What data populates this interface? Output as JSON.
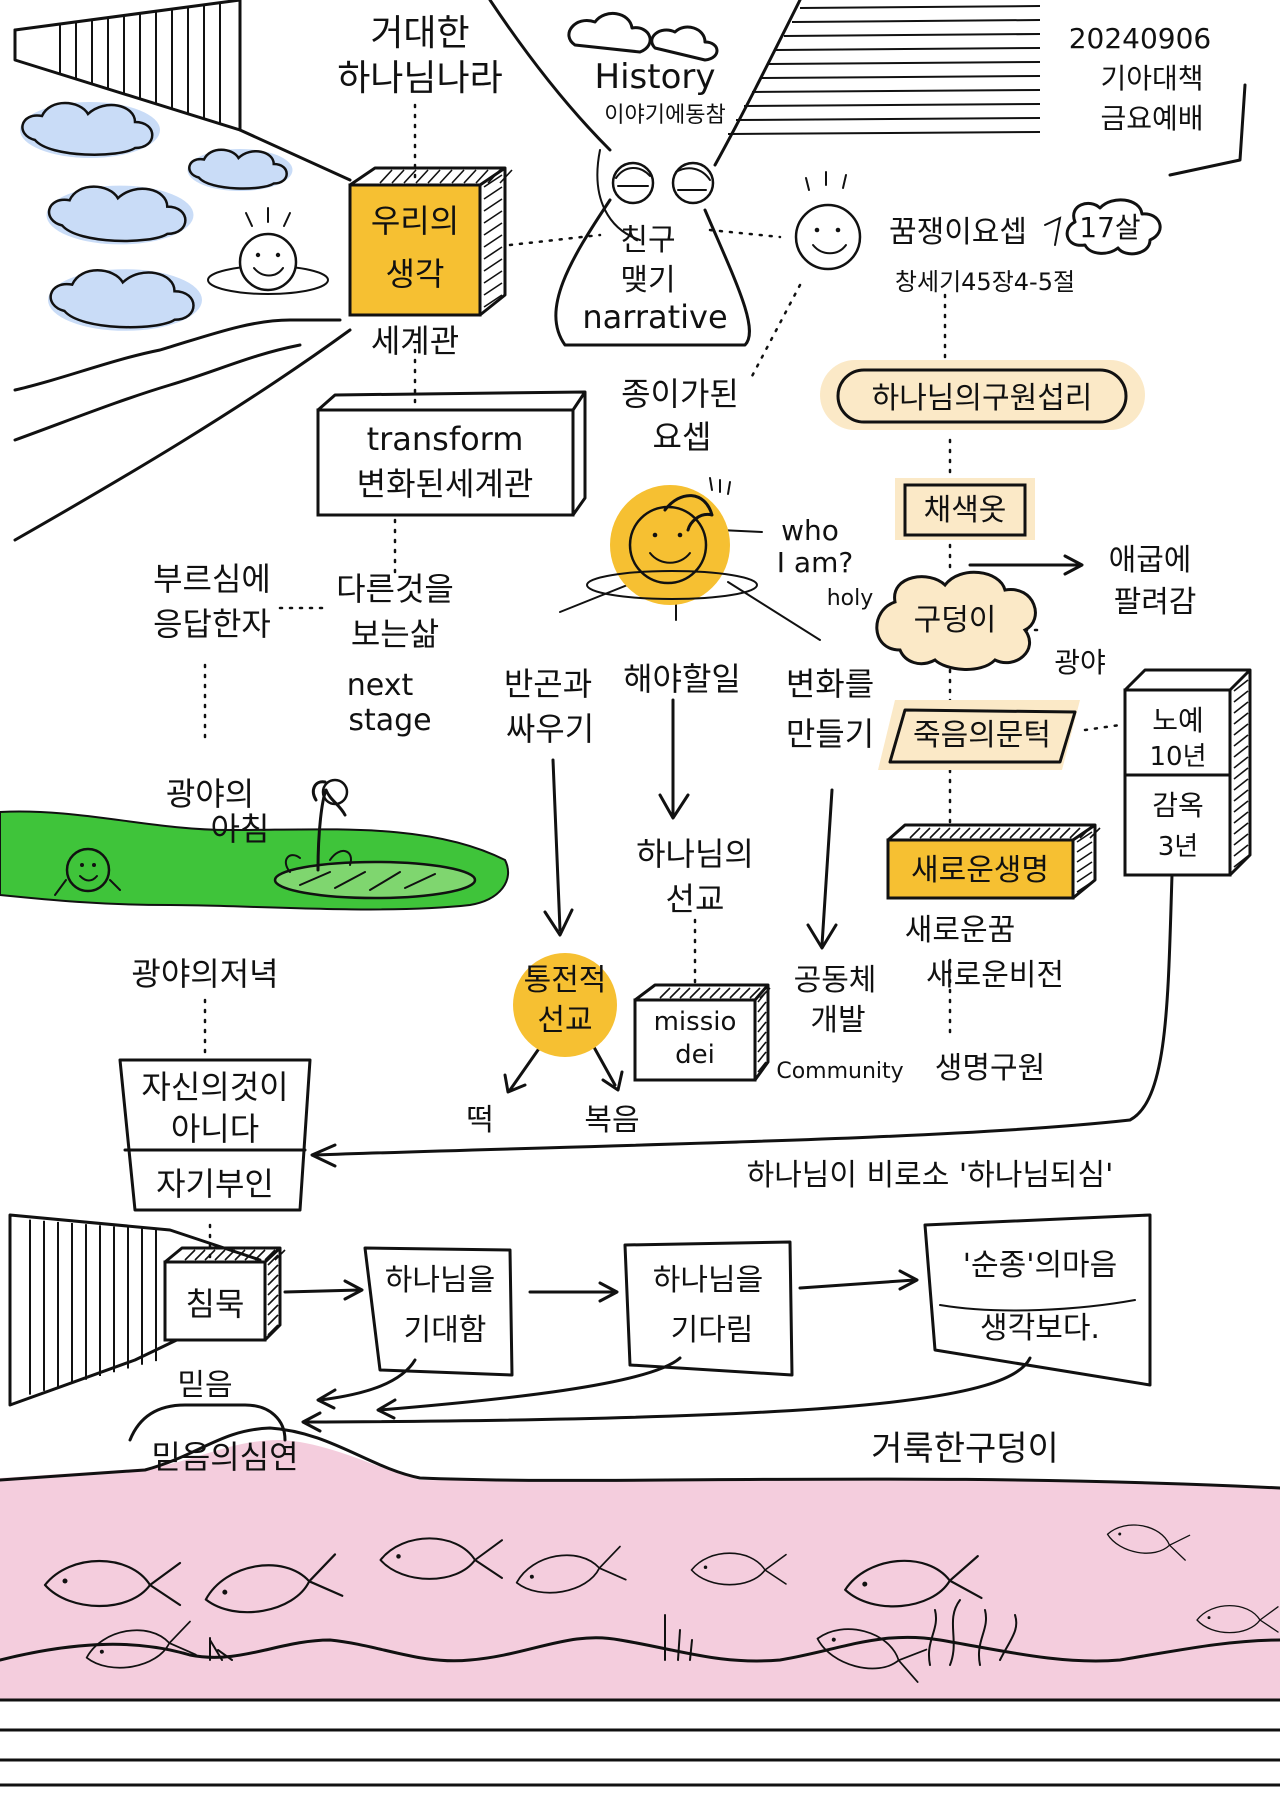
{
  "colors": {
    "yellow": "#f6c032",
    "cream": "#fbe9c7",
    "green": "#3fc43a",
    "pink": "#f4cddd",
    "sky": "#c9dcf7",
    "ink": "#111111"
  },
  "header": {
    "date": "20240906",
    "event_line1": "기아대책",
    "event_line2": "금요예배"
  },
  "top_left": {
    "title_line1": "거대한",
    "title_line2": "하나님나라",
    "box_line1": "우리의",
    "box_line2": "생각",
    "worldview": "세계관"
  },
  "top_center": {
    "history": "History",
    "history_sub": "이야기에동참",
    "mountain_line1": "친구",
    "mountain_line2": "맺기",
    "mountain_line3": "narrative"
  },
  "top_right": {
    "joseph": "꿈쟁이요셉",
    "age": "17살",
    "verse": "창세기45장4-5절"
  },
  "transform": {
    "line1": "transform",
    "line2": "변화된세계관"
  },
  "slave_joseph": {
    "line1": "종이가된",
    "line2": "요셉"
  },
  "center": {
    "who1": "who",
    "who2": "I am?",
    "branch1_line1": "반곤과",
    "branch1_line2": "싸우기",
    "branch2": "해야할일",
    "branch3_line1": "변화를",
    "branch3_line2": "만들기",
    "mission_line1": "하나님의",
    "mission_line2": "선교",
    "holistic_line1": "통전적",
    "holistic_line2": "선교",
    "missio_line1": "missio",
    "missio_line2": "dei",
    "bread": "떡",
    "gospel": "복음",
    "community_line1": "공동체",
    "community_line2": "개발",
    "community": "Community",
    "life_salvation": "생명구원"
  },
  "right_chain": {
    "plan": "하나님의구원섭리",
    "coat": "채색옷",
    "holy": "holy",
    "pit": "구덩이",
    "egypt_line1": "애굽에",
    "egypt_line2": "팔려감",
    "wilderness": "광야",
    "death": "죽음의문턱",
    "slave_years_line1": "노예",
    "slave_years_line2": "10년",
    "prison_line1": "감옥",
    "prison_line2": "3년",
    "new_life": "새로운생명",
    "new_dream": "새로운꿈",
    "new_vision": "새로운비전"
  },
  "left_column": {
    "call_line1": "부르심에",
    "call_line2": "응답한자",
    "see_line1": "다른것을",
    "see_line2": "보는삶",
    "next_line1": "next",
    "next_line2": "stage",
    "morning_line1": "광야의",
    "morning_line2": "아침",
    "evening": "광야의저녁",
    "not_mine_line1": "자신의것이",
    "not_mine_line2": "아니다",
    "self_denial": "자기부인"
  },
  "bottom": {
    "god_becomes": "하나님이 비로소 '하나님되심'",
    "silence": "침묵",
    "expect_line1": "하나님을",
    "expect_line2": "기대함",
    "wait_line1": "하나님을",
    "wait_line2": "기다림",
    "obey_line1": "'순종'의마음",
    "obey_line2": "생각보다.",
    "faith": "믿음",
    "holy_pit": "거룩한구덩이",
    "abyss": "믿음의심연"
  }
}
